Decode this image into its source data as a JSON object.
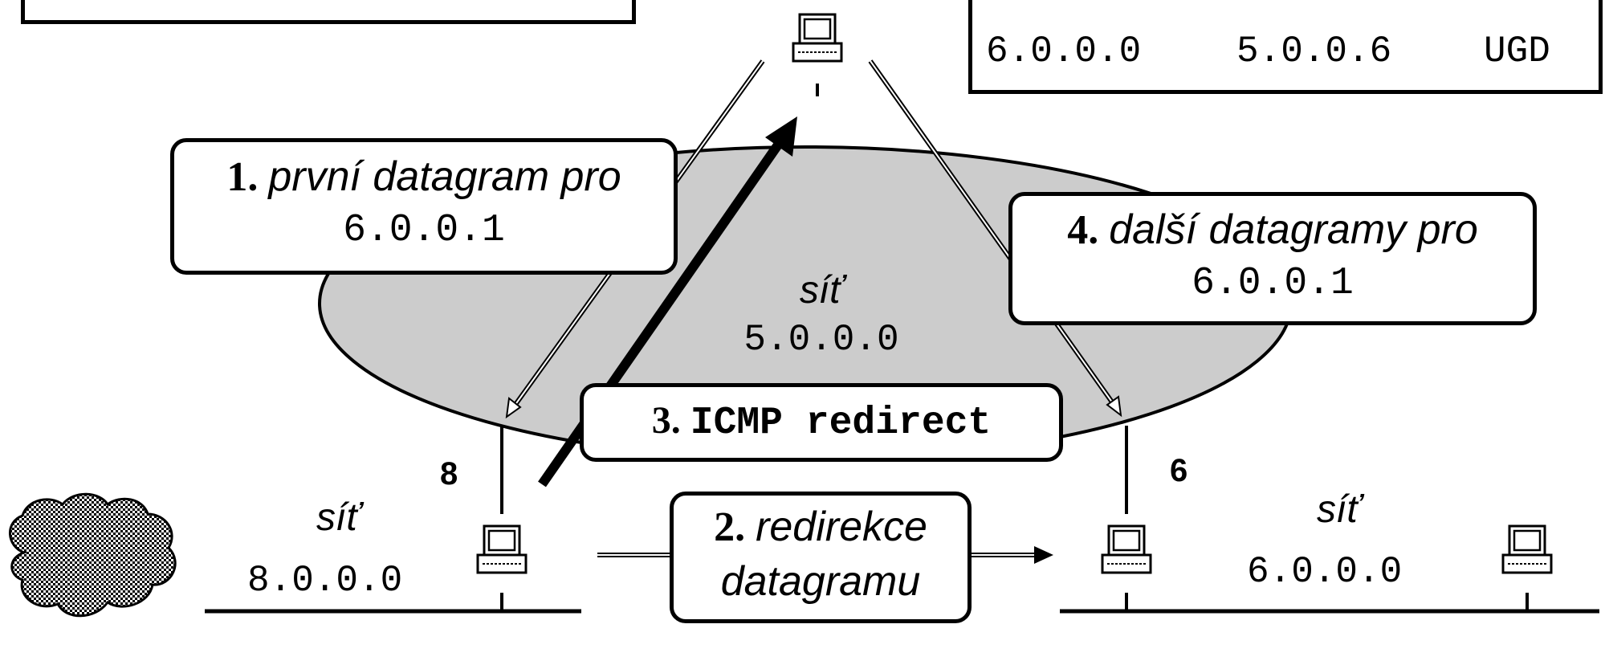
{
  "routing_table_row": {
    "destination": "6.0.0.0",
    "gateway": "5.0.0.6",
    "flags": "UGD"
  },
  "networks": {
    "middle": {
      "label": "síť",
      "address": "5.0.0.0"
    },
    "left": {
      "label": "síť",
      "address": "8.0.0.0"
    },
    "right": {
      "label": "síť",
      "address": "6.0.0.0"
    }
  },
  "interfaces": {
    "left_router": "8",
    "right_router": "6"
  },
  "steps": {
    "step1": {
      "number": "1.",
      "text": "první datagram pro",
      "address": "6.0.0.1"
    },
    "step2": {
      "number": "2.",
      "line1": "redirekce",
      "line2": "datagramu"
    },
    "step3": {
      "number": "3.",
      "text": "ICMP redirect"
    },
    "step4": {
      "number": "4.",
      "text": "další datagramy pro",
      "address": "6.0.0.1"
    }
  },
  "colors": {
    "network_fill": "#cccccc",
    "stroke": "#000000",
    "background": "#ffffff"
  },
  "icons": [
    "computer-icon",
    "cloud-icon",
    "arrow-icon"
  ]
}
